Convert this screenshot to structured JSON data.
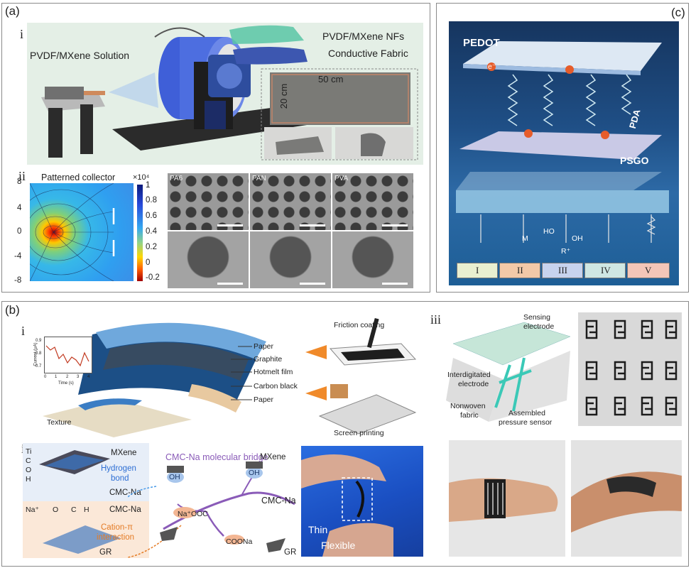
{
  "panel_a": {
    "label": "(a)",
    "sub_i": "i",
    "sub_ii": "ii",
    "solution_label": "PVDF/MXene Solution",
    "nfs_label": "PVDF/MXene NFs",
    "fabric_label": "Conductive Fabric",
    "size_w": "50 cm",
    "size_h": "20 cm",
    "collector_title": "Patterned collector",
    "yticks": [
      "8",
      "4",
      "0",
      "-4",
      "-8"
    ],
    "colorbar_exp": "×10⁴",
    "colorbar_ticks": [
      "1",
      "0.8",
      "0.6",
      "0.4",
      "0.2",
      "0",
      "-0.2"
    ],
    "sem_labels": [
      "PA6",
      "PAN",
      "PVA"
    ]
  },
  "panel_b": {
    "label": "(b)",
    "sub_i": "i",
    "sub_ii": "ii",
    "sub_iii": "iii",
    "layers": [
      "Paper",
      "Graphite",
      "Hotmelt film",
      "Carbon black",
      "Paper"
    ],
    "friction": "Friction coating",
    "screen": "Screen printing",
    "texture": "Texture",
    "inset_ylabel": "Current (μA)",
    "inset_xlabel": "Time (s)",
    "inset_xticks": [
      "0",
      "1",
      "2",
      "3",
      "4"
    ],
    "inset_yticks": [
      "0.9",
      "0.8",
      "0.7"
    ],
    "atoms": [
      "Ti",
      "C",
      "O",
      "H"
    ],
    "mxene": "MXene",
    "hbond1": "Hydrogen",
    "hbond2": "bond",
    "cmcna": "CMC-Na",
    "na_atoms": [
      "Na⁺",
      "O",
      "C",
      "H"
    ],
    "cation1": "Cation-π",
    "cation2": "interaction",
    "gr": "GR",
    "bridge_title": "CMC-Na molecular bridge",
    "oh": "OH",
    "naooc": "Na⁺OOC",
    "coona": "COONa",
    "thin": "Thin",
    "flexible": "Flexible",
    "sensing1": "Sensing",
    "sensing2": "electrode",
    "interdig1": "Interdigitated",
    "interdig2": "electrode",
    "nonwoven1": "Nonwoven",
    "nonwoven2": "fabric",
    "assembled1": "Assembled",
    "assembled2": "pressure sensor"
  },
  "panel_c": {
    "label": "(c)",
    "pedot": "PEDOT",
    "pda": "PDA",
    "psgo": "PSGO",
    "bottom_labels": [
      "I",
      "II",
      "III",
      "IV",
      "V"
    ],
    "bottom_colors": [
      "#e9efd0",
      "#f2c9a8",
      "#c7d3ee",
      "#cfe7e3",
      "#f4c6b8"
    ],
    "chem_labels": [
      "HO",
      "OH",
      "M",
      "R⁺"
    ],
    "electron": "e⁻"
  }
}
